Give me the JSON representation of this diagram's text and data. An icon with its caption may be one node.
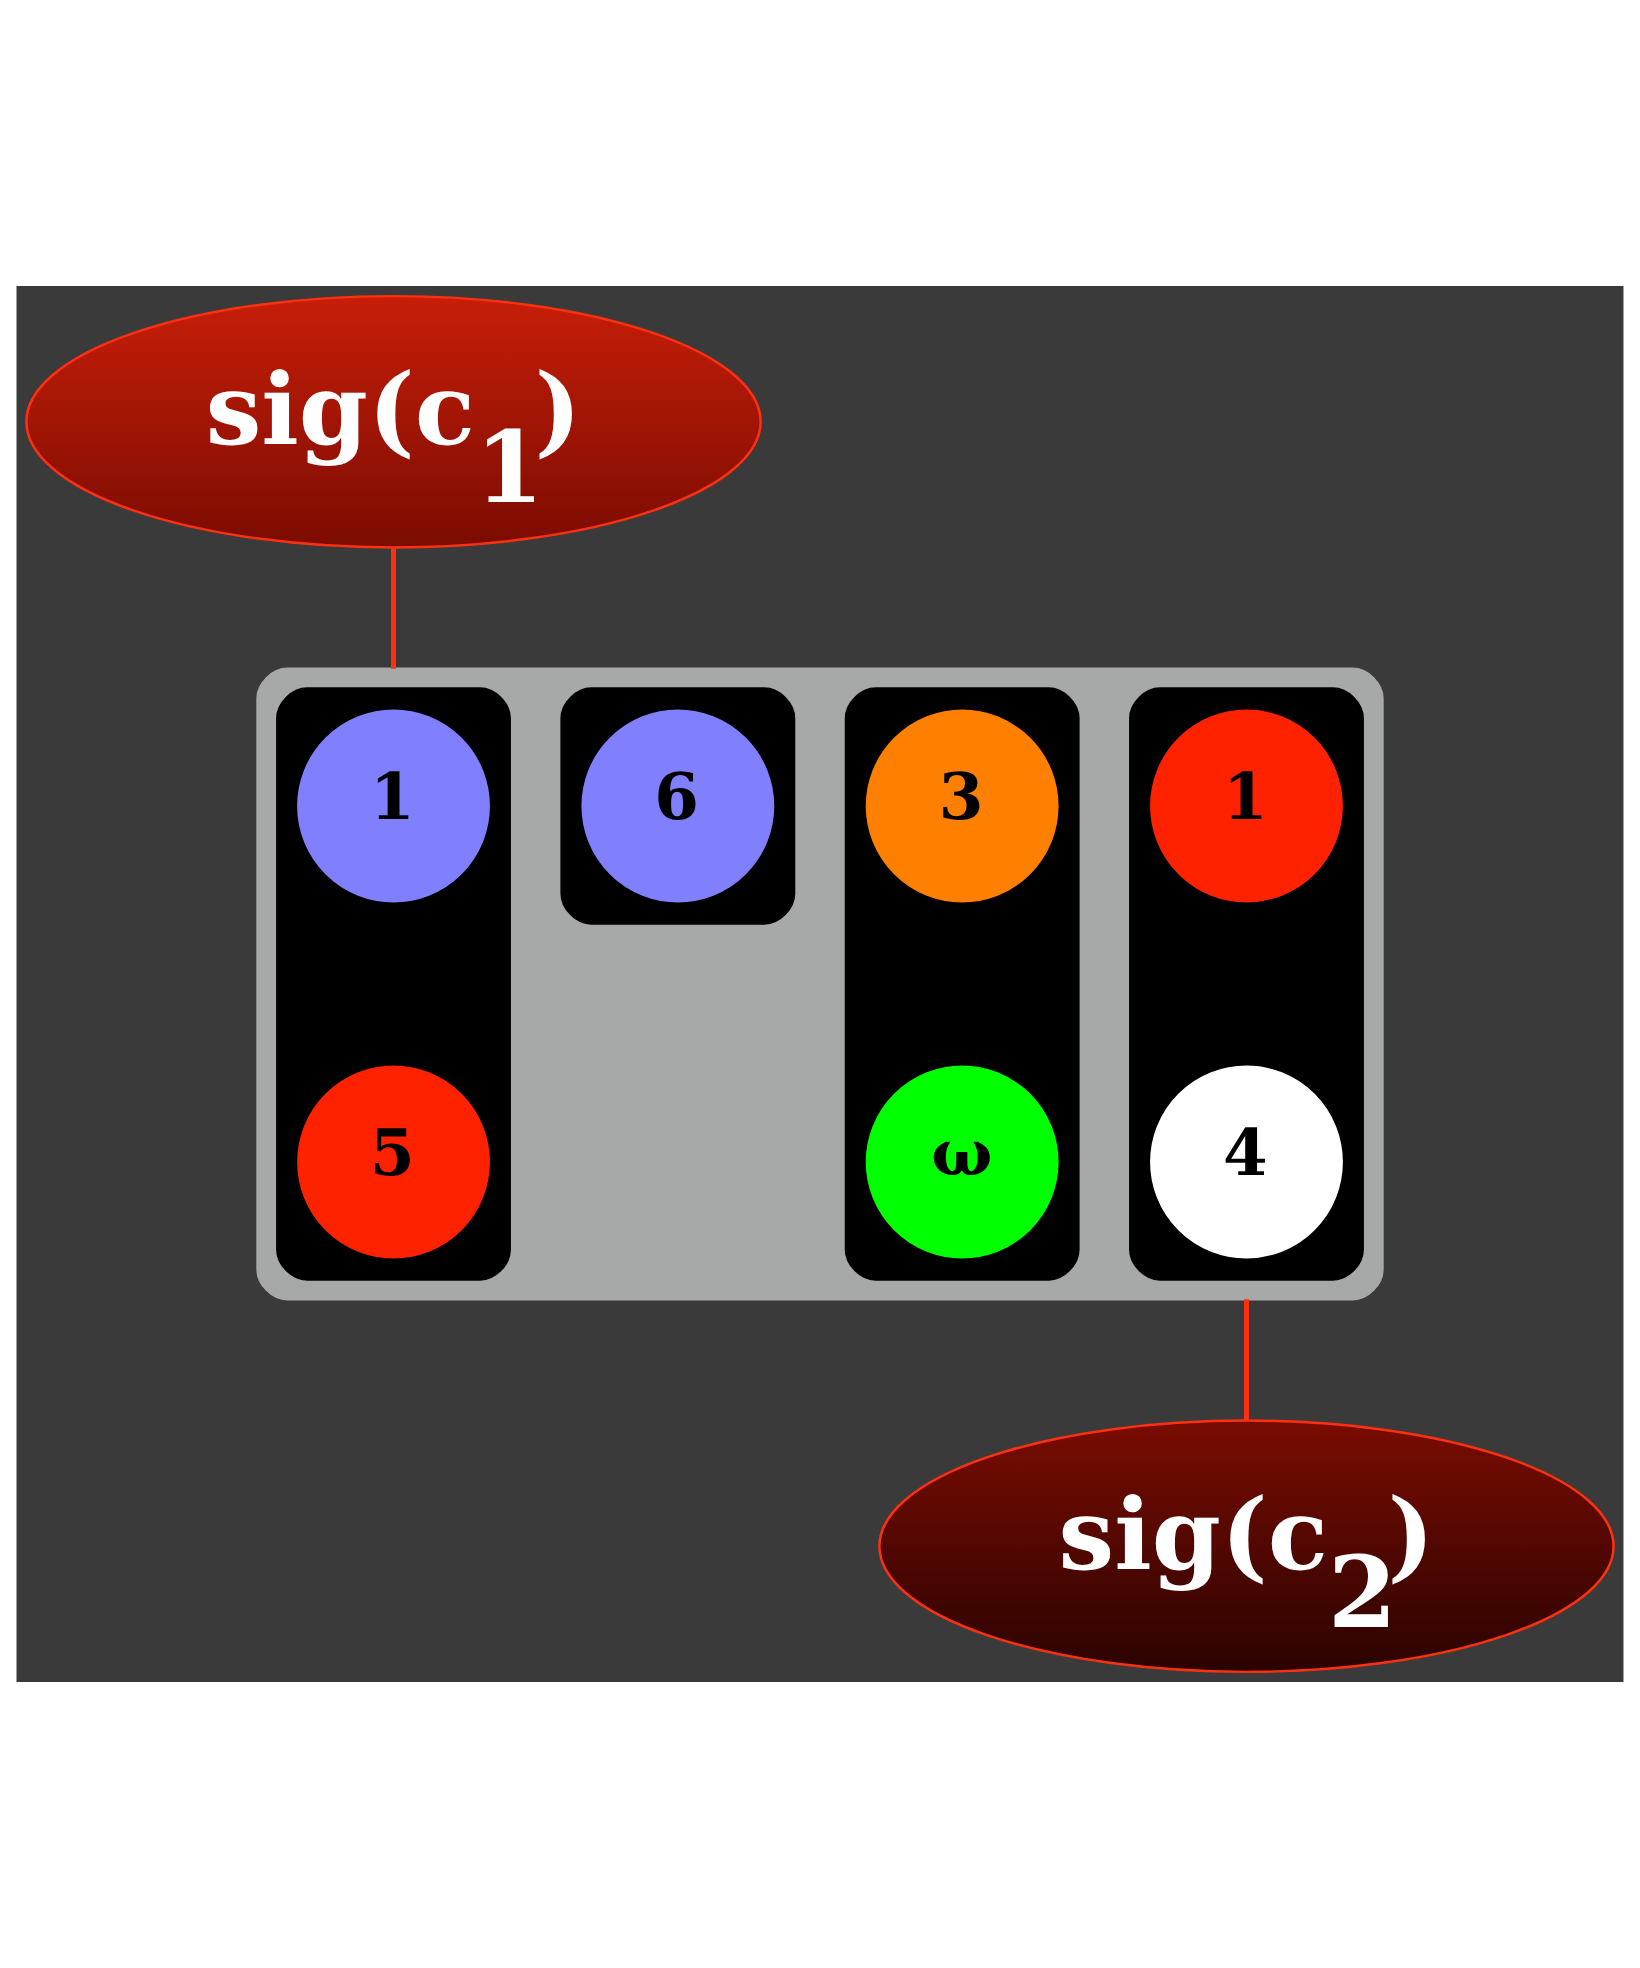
{
  "diagram": {
    "nodes": [
      {
        "text": [
          "sig(c$_{1}$)"
        ]
      },
      {
        "text": [],
        "shape": "box"
      },
      {
        "text": [],
        "shape": "box",
        "in": 1
      },
      {
        "text": [
          "1"
        ],
        "in": 2
      },
      {
        "text": [
          "5"
        ],
        "in": 2
      },
      {
        "text": [],
        "shape": "box",
        "in": 1
      },
      {
        "text": [
          "3"
        ],
        "in": 5
      },
      {
        "text": [
          "ω"
        ],
        "in": 5
      },
      {
        "text": [],
        "shape": "box",
        "in": 1
      },
      {
        "text": [
          "6"
        ],
        "in": 8
      },
      {
        "text": [],
        "shape": "box",
        "in": 1
      },
      {
        "text": [
          "1"
        ],
        "in": 10
      },
      {
        "text": [
          "4"
        ],
        "in": 10
      },
      {
        "text": [
          "sig(c$_{2}$)"
        ]
      }
    ],
    "edges": [
      {
        "from": 0,
        "to": 1,
        "arrow": "none"
      },
      {
        "from": 1,
        "to": 13,
        "arrow": "none"
      }
    ]
  }
}
